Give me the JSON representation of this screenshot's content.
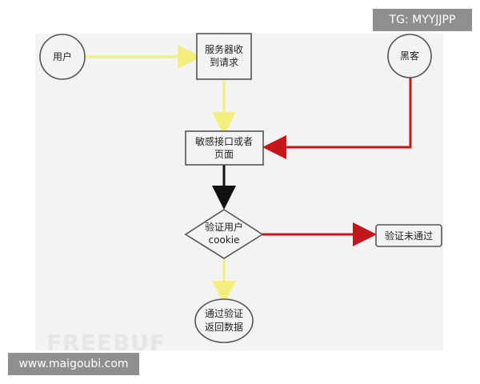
{
  "overlays": {
    "top_tag": "TG: MYYJJPP",
    "bottom_tag": "www.maigoubi.com"
  },
  "watermark": "FREEBUF",
  "nodes": {
    "user": [
      "用户"
    ],
    "server": [
      "服务器收",
      "到请求"
    ],
    "hacker": [
      "黑客"
    ],
    "sensitive": [
      "敏感接口或者",
      "页面"
    ],
    "verify": [
      "验证用户",
      "cookie"
    ],
    "fail": [
      "验证未通过"
    ],
    "pass": [
      "通过验证",
      "返回数据"
    ]
  },
  "colors": {
    "yellow_arrow": "#f2ef7e",
    "red_arrow": "#c4171b",
    "black_arrow": "#111111",
    "node_fill": "#f3f3f3",
    "node_stroke": "#555555"
  }
}
